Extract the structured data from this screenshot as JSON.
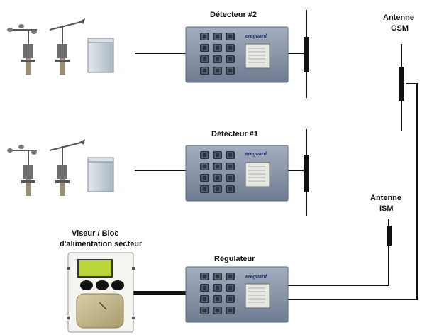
{
  "labels": {
    "detector2": "Détecteur #2",
    "detector1": "Détecteur #1",
    "regulator": "Régulateur",
    "antenna_gsm_line1": "Antenne",
    "antenna_gsm_line2": "GSM",
    "antenna_ism_line1": "Antenne",
    "antenna_ism_line2": "ISM",
    "viewer_line1": "Viseur / Bloc",
    "viewer_line2": "d'alimentation secteur"
  },
  "brand": "ereguard",
  "colors": {
    "panel": "#8e9aae",
    "panel_dark": "#5d6a80",
    "key": "#2a3140",
    "display": "#e8e8e2",
    "lcd": "#b8d63a",
    "wire": "#111111",
    "sensor_box": "#c9d3dc"
  },
  "icons": [
    "anemometer-icon",
    "wind-vane-icon",
    "sensor-box-icon",
    "keypad-panel-icon",
    "antenna-icon",
    "power-unit-icon"
  ]
}
